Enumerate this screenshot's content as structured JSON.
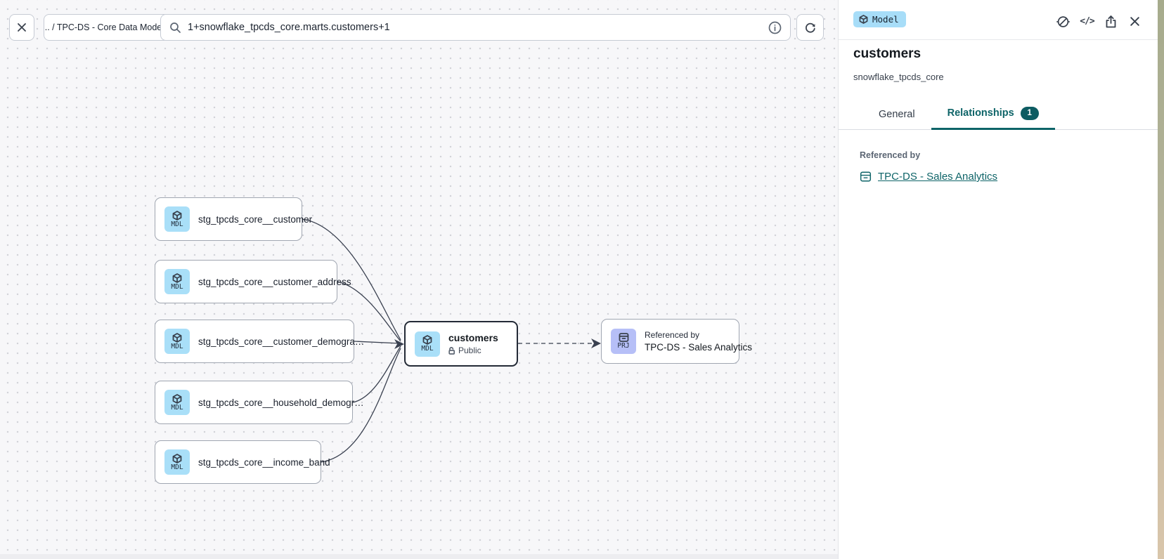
{
  "toolbar": {
    "breadcrumb": ".. / TPC-DS - Core Data Models",
    "search_value": "1+snowflake_tpcds_core.marts.customers+1"
  },
  "canvas": {
    "upstream_nodes": [
      {
        "icon_tag": "MDL",
        "label": "stg_tpcds_core__customer"
      },
      {
        "icon_tag": "MDL",
        "label": "stg_tpcds_core__customer_address"
      },
      {
        "icon_tag": "MDL",
        "label": "stg_tpcds_core__customer_demogra…"
      },
      {
        "icon_tag": "MDL",
        "label": "stg_tpcds_core__household_demogr…"
      },
      {
        "icon_tag": "MDL",
        "label": "stg_tpcds_core__income_band"
      }
    ],
    "selected_node": {
      "icon_tag": "MDL",
      "title": "customers",
      "access": "Public"
    },
    "downstream_node": {
      "icon_tag": "PRJ",
      "caption": "Referenced by",
      "label": "TPC-DS - Sales Analytics"
    }
  },
  "panel": {
    "type_badge": "Model",
    "title": "customers",
    "subtitle": "snowflake_tpcds_core",
    "tabs": {
      "general": "General",
      "relationships": "Relationships",
      "relationships_count": "1"
    },
    "referenced_by_label": "Referenced by",
    "reference_link": "TPC-DS - Sales Analytics"
  },
  "colors": {
    "accent_teal": "#0e6468",
    "model_icon_blue": "#a9dff8",
    "project_icon_purple": "#b6bff7",
    "canvas_bg": "#f7f7f9"
  }
}
